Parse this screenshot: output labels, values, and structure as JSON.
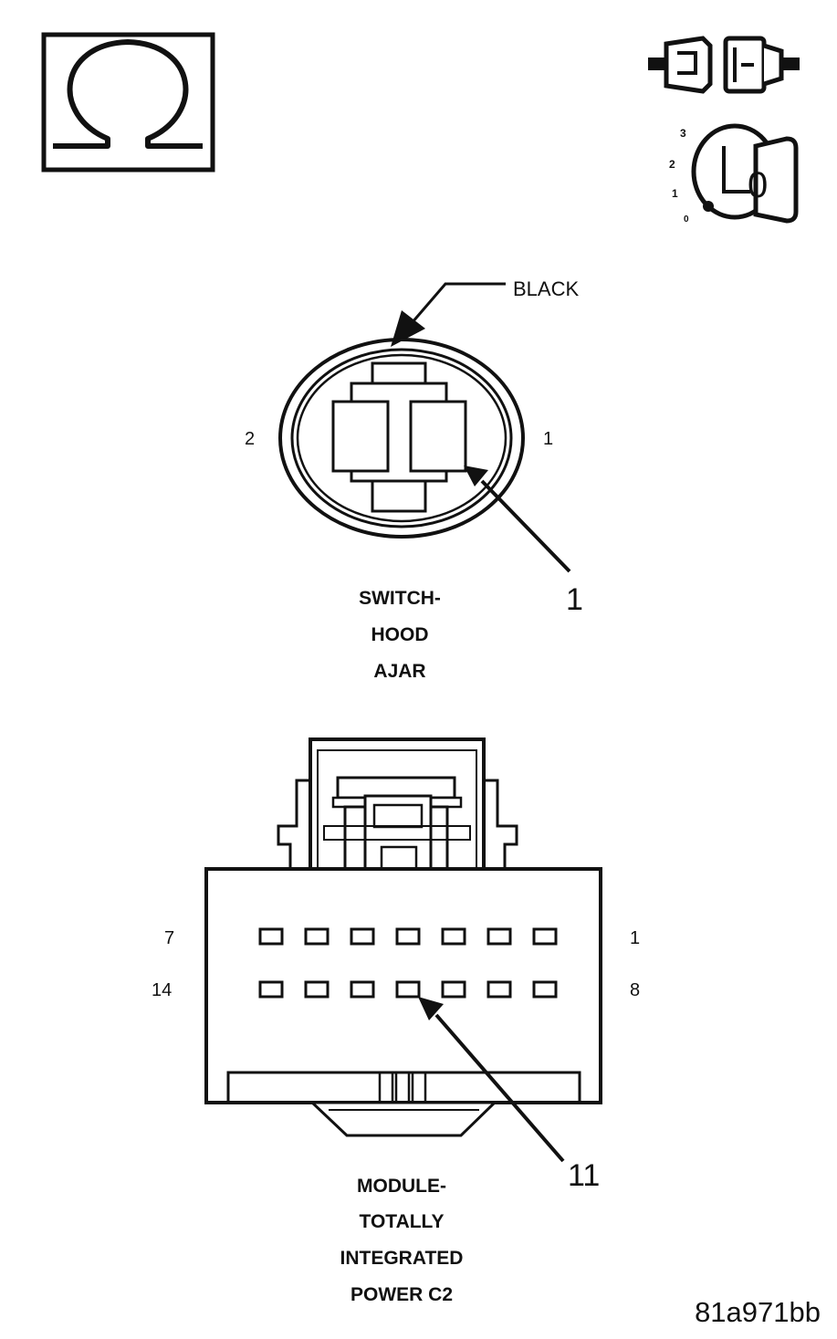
{
  "icons": {
    "ohmmeter": "ohm-icon",
    "connector_disconnect": "disconnect-connector-icon",
    "ignition_key": "ignition-key-icon"
  },
  "ignition": {
    "positions": [
      "3",
      "2",
      "1",
      "0"
    ],
    "key_label": "0"
  },
  "hood_switch": {
    "color_label": "BLACK",
    "pin_left": "2",
    "pin_right": "1",
    "callout": "1",
    "title_lines": [
      "SWITCH-",
      "HOOD",
      "AJAR"
    ]
  },
  "tipm_connector": {
    "row1_left": "7",
    "row1_right": "1",
    "row2_left": "14",
    "row2_right": "8",
    "callout": "11",
    "title_lines": [
      "MODULE-",
      "TOTALLY",
      "INTEGRATED",
      "POWER C2"
    ]
  },
  "figure_id": "81a971bb"
}
